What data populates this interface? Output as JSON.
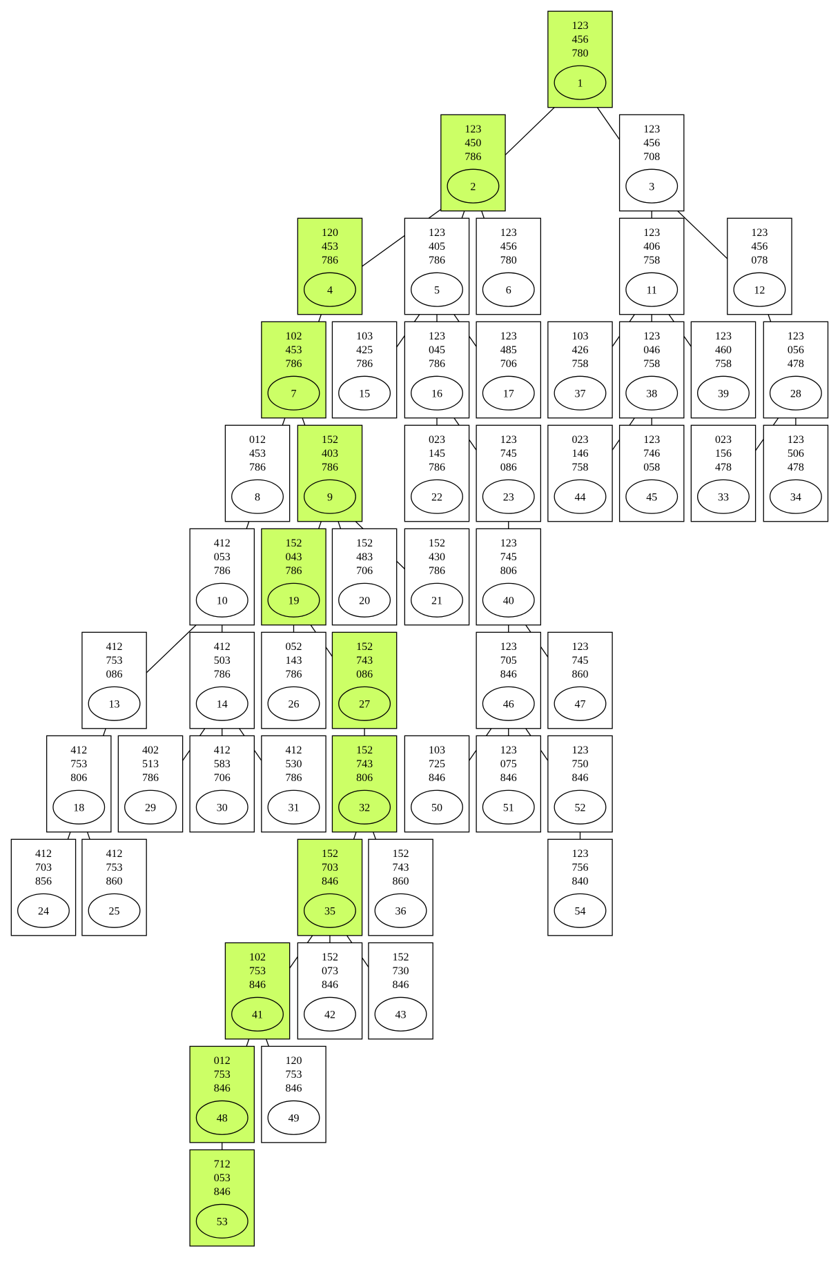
{
  "colors": {
    "highlight": "#ccff66",
    "plain": "#ffffff",
    "line": "#000000"
  },
  "states": [
    {
      "id": "1",
      "board": [
        "123",
        "456",
        "780"
      ],
      "on": true
    },
    {
      "id": "2",
      "board": [
        "123",
        "450",
        "786"
      ],
      "on": true
    },
    {
      "id": "3",
      "board": [
        "123",
        "456",
        "708"
      ],
      "on": false
    },
    {
      "id": "4",
      "board": [
        "120",
        "453",
        "786"
      ],
      "on": true
    },
    {
      "id": "5",
      "board": [
        "123",
        "405",
        "786"
      ],
      "on": false
    },
    {
      "id": "6",
      "board": [
        "123",
        "456",
        "780"
      ],
      "on": false
    },
    {
      "id": "11",
      "board": [
        "123",
        "406",
        "758"
      ],
      "on": false
    },
    {
      "id": "12",
      "board": [
        "123",
        "456",
        "078"
      ],
      "on": false
    },
    {
      "id": "7",
      "board": [
        "102",
        "453",
        "786"
      ],
      "on": true
    },
    {
      "id": "15",
      "board": [
        "103",
        "425",
        "786"
      ],
      "on": false
    },
    {
      "id": "16",
      "board": [
        "123",
        "045",
        "786"
      ],
      "on": false
    },
    {
      "id": "17",
      "board": [
        "123",
        "485",
        "706"
      ],
      "on": false
    },
    {
      "id": "37",
      "board": [
        "103",
        "426",
        "758"
      ],
      "on": false
    },
    {
      "id": "38",
      "board": [
        "123",
        "046",
        "758"
      ],
      "on": false
    },
    {
      "id": "39",
      "board": [
        "123",
        "460",
        "758"
      ],
      "on": false
    },
    {
      "id": "28",
      "board": [
        "123",
        "056",
        "478"
      ],
      "on": false
    },
    {
      "id": "8",
      "board": [
        "012",
        "453",
        "786"
      ],
      "on": false
    },
    {
      "id": "9",
      "board": [
        "152",
        "403",
        "786"
      ],
      "on": true
    },
    {
      "id": "22",
      "board": [
        "023",
        "145",
        "786"
      ],
      "on": false
    },
    {
      "id": "23",
      "board": [
        "123",
        "745",
        "086"
      ],
      "on": false
    },
    {
      "id": "44",
      "board": [
        "023",
        "146",
        "758"
      ],
      "on": false
    },
    {
      "id": "45",
      "board": [
        "123",
        "746",
        "058"
      ],
      "on": false
    },
    {
      "id": "33",
      "board": [
        "023",
        "156",
        "478"
      ],
      "on": false
    },
    {
      "id": "34",
      "board": [
        "123",
        "506",
        "478"
      ],
      "on": false
    },
    {
      "id": "10",
      "board": [
        "412",
        "053",
        "786"
      ],
      "on": false
    },
    {
      "id": "19",
      "board": [
        "152",
        "043",
        "786"
      ],
      "on": true
    },
    {
      "id": "20",
      "board": [
        "152",
        "483",
        "706"
      ],
      "on": false
    },
    {
      "id": "21",
      "board": [
        "152",
        "430",
        "786"
      ],
      "on": false
    },
    {
      "id": "40",
      "board": [
        "123",
        "745",
        "806"
      ],
      "on": false
    },
    {
      "id": "13",
      "board": [
        "412",
        "753",
        "086"
      ],
      "on": false
    },
    {
      "id": "14",
      "board": [
        "412",
        "503",
        "786"
      ],
      "on": false
    },
    {
      "id": "26",
      "board": [
        "052",
        "143",
        "786"
      ],
      "on": false
    },
    {
      "id": "27",
      "board": [
        "152",
        "743",
        "086"
      ],
      "on": true
    },
    {
      "id": "46",
      "board": [
        "123",
        "705",
        "846"
      ],
      "on": false
    },
    {
      "id": "47",
      "board": [
        "123",
        "745",
        "860"
      ],
      "on": false
    },
    {
      "id": "18",
      "board": [
        "412",
        "753",
        "806"
      ],
      "on": false
    },
    {
      "id": "29",
      "board": [
        "402",
        "513",
        "786"
      ],
      "on": false
    },
    {
      "id": "30",
      "board": [
        "412",
        "583",
        "706"
      ],
      "on": false
    },
    {
      "id": "31",
      "board": [
        "412",
        "530",
        "786"
      ],
      "on": false
    },
    {
      "id": "32",
      "board": [
        "152",
        "743",
        "806"
      ],
      "on": true
    },
    {
      "id": "50",
      "board": [
        "103",
        "725",
        "846"
      ],
      "on": false
    },
    {
      "id": "51",
      "board": [
        "123",
        "075",
        "846"
      ],
      "on": false
    },
    {
      "id": "52",
      "board": [
        "123",
        "750",
        "846"
      ],
      "on": false
    },
    {
      "id": "24",
      "board": [
        "412",
        "703",
        "856"
      ],
      "on": false
    },
    {
      "id": "25",
      "board": [
        "412",
        "753",
        "860"
      ],
      "on": false
    },
    {
      "id": "35",
      "board": [
        "152",
        "703",
        "846"
      ],
      "on": true
    },
    {
      "id": "36",
      "board": [
        "152",
        "743",
        "860"
      ],
      "on": false
    },
    {
      "id": "54",
      "board": [
        "123",
        "756",
        "840"
      ],
      "on": false
    },
    {
      "id": "41",
      "board": [
        "102",
        "753",
        "846"
      ],
      "on": true
    },
    {
      "id": "42",
      "board": [
        "152",
        "073",
        "846"
      ],
      "on": false
    },
    {
      "id": "43",
      "board": [
        "152",
        "730",
        "846"
      ],
      "on": false
    },
    {
      "id": "48",
      "board": [
        "012",
        "753",
        "846"
      ],
      "on": true
    },
    {
      "id": "49",
      "board": [
        "120",
        "753",
        "846"
      ],
      "on": false
    },
    {
      "id": "53",
      "board": [
        "712",
        "053",
        "846"
      ],
      "on": true
    }
  ],
  "edges": [
    [
      "1",
      "2"
    ],
    [
      "1",
      "3"
    ],
    [
      "2",
      "4"
    ],
    [
      "2",
      "5"
    ],
    [
      "2",
      "6"
    ],
    [
      "3",
      "11"
    ],
    [
      "3",
      "12"
    ],
    [
      "4",
      "7"
    ],
    [
      "5",
      "15"
    ],
    [
      "5",
      "16"
    ],
    [
      "5",
      "17"
    ],
    [
      "11",
      "37"
    ],
    [
      "11",
      "38"
    ],
    [
      "11",
      "39"
    ],
    [
      "12",
      "28"
    ],
    [
      "7",
      "8"
    ],
    [
      "7",
      "9"
    ],
    [
      "16",
      "22"
    ],
    [
      "16",
      "23"
    ],
    [
      "38",
      "44"
    ],
    [
      "38",
      "45"
    ],
    [
      "28",
      "33"
    ],
    [
      "28",
      "34"
    ],
    [
      "8",
      "10"
    ],
    [
      "9",
      "19"
    ],
    [
      "9",
      "20"
    ],
    [
      "9",
      "21"
    ],
    [
      "23",
      "40"
    ],
    [
      "10",
      "13"
    ],
    [
      "10",
      "14"
    ],
    [
      "19",
      "26"
    ],
    [
      "19",
      "27"
    ],
    [
      "40",
      "46"
    ],
    [
      "40",
      "47"
    ],
    [
      "13",
      "18"
    ],
    [
      "14",
      "29"
    ],
    [
      "14",
      "30"
    ],
    [
      "14",
      "31"
    ],
    [
      "27",
      "32"
    ],
    [
      "46",
      "50"
    ],
    [
      "46",
      "51"
    ],
    [
      "46",
      "52"
    ],
    [
      "18",
      "24"
    ],
    [
      "18",
      "25"
    ],
    [
      "32",
      "35"
    ],
    [
      "32",
      "36"
    ],
    [
      "52",
      "54"
    ],
    [
      "35",
      "41"
    ],
    [
      "35",
      "42"
    ],
    [
      "35",
      "43"
    ],
    [
      "41",
      "48"
    ],
    [
      "41",
      "49"
    ],
    [
      "48",
      "53"
    ]
  ]
}
